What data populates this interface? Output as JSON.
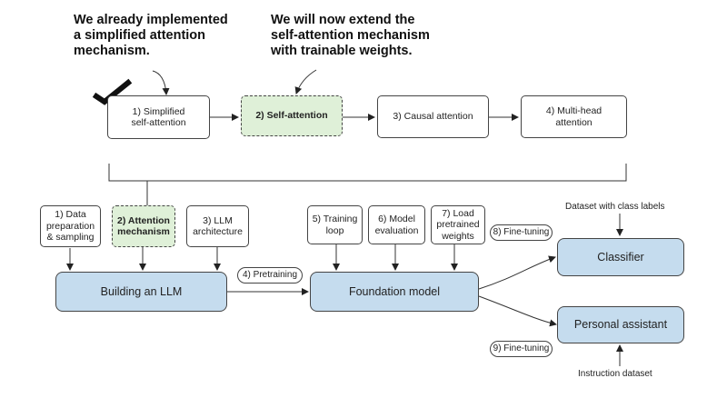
{
  "notes": {
    "left": "We already implemented\na simplified attention\nmechanism.",
    "right": "We will now extend the\nself-attention mechanism\nwith trainable weights."
  },
  "top_steps": [
    {
      "label": "1) Simplified\nself-attention",
      "highlight": false
    },
    {
      "label": "2) Self-attention",
      "highlight": true
    },
    {
      "label": "3) Causal attention",
      "highlight": false
    },
    {
      "label": "4) Multi-head\nattention",
      "highlight": false
    }
  ],
  "stage1": [
    {
      "label": "1) Data\npreparation\n& sampling",
      "highlight": false
    },
    {
      "label": "2) Attention\nmechanism",
      "highlight": true
    },
    {
      "label": "3) LLM\narchitecture",
      "highlight": false
    }
  ],
  "stage2": [
    {
      "label": "5) Training\nloop"
    },
    {
      "label": "6) Model\nevaluation"
    },
    {
      "label": "7) Load\npretrained\nweights"
    }
  ],
  "main_boxes": {
    "building": "Building an LLM",
    "foundation": "Foundation model",
    "classifier": "Classifier",
    "assistant": "Personal assistant"
  },
  "pills": {
    "pretraining": "4) Pretraining",
    "finetune8": "8) Fine-tuning",
    "finetune9": "9) Fine-tuning"
  },
  "labels": {
    "class_dataset": "Dataset with class labels",
    "instruction_dataset": "Instruction dataset"
  },
  "colors": {
    "highlight": "#dff0d8",
    "main_box": "#c5dcee",
    "stroke": "#333333",
    "checkmark": "#111111"
  },
  "icons": {
    "done_marker": "checkmark-icon"
  }
}
